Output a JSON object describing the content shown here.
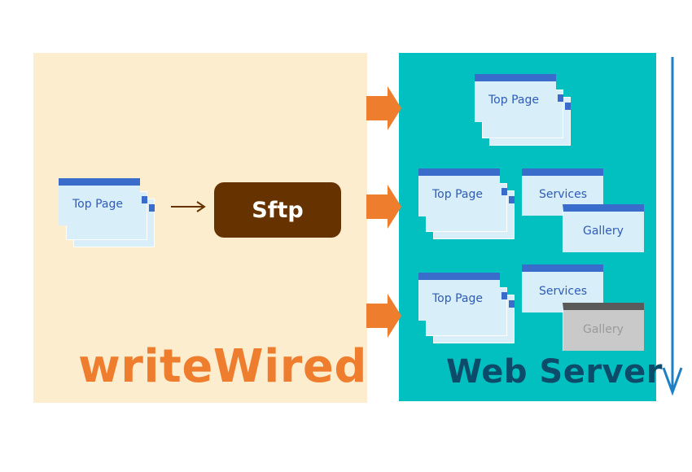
{
  "local": {
    "title": "writeWired",
    "page_label": "Top Page",
    "sftp_label": "Sftp"
  },
  "server": {
    "title": "Web Server",
    "rows": [
      {
        "top_page": "Top Page"
      },
      {
        "top_page": "Top Page",
        "services": "Services",
        "gallery": "Gallery"
      },
      {
        "top_page": "Top Page",
        "services": "Services",
        "gallery": "Gallery"
      }
    ]
  },
  "colors": {
    "local_bg": "#fdedcf",
    "server_bg": "#03c0c0",
    "arrow_orange": "#ee7e2e",
    "sftp_bg": "#663300",
    "timeline_blue": "#1f7fc4",
    "page_header": "#3a6ccc",
    "page_fill": "#d8eef9",
    "gallery_disabled": "#c9c9c9"
  }
}
